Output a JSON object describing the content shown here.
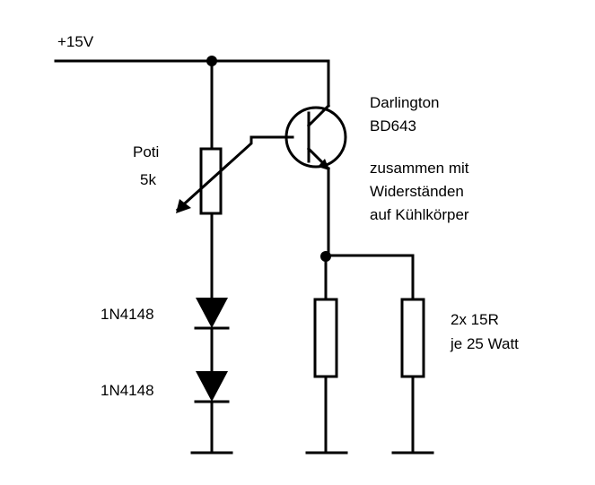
{
  "supply": {
    "label": "+15V"
  },
  "potentiometer": {
    "name": "Poti",
    "value": "5k"
  },
  "diodes": [
    {
      "label": "1N4148"
    },
    {
      "label": "1N4148"
    }
  ],
  "transistor": {
    "lines": [
      "Darlington",
      "BD643"
    ]
  },
  "note": {
    "lines": [
      "zusammen mit",
      "Widerständen",
      "auf Kühlkörper"
    ]
  },
  "resistors": {
    "lines": [
      "2x 15R",
      "je 25 Watt"
    ]
  }
}
